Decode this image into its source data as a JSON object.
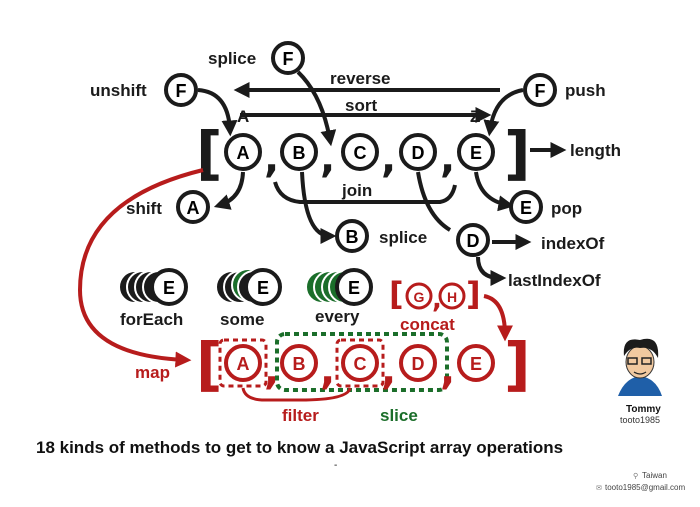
{
  "colors": {
    "dark": "#1b1b1b",
    "red": "#b71c1c",
    "green": "#1b6e2a"
  },
  "methods": {
    "splice_top": "splice",
    "reverse": "reverse",
    "sort": "sort",
    "unshift": "unshift",
    "push": "push",
    "length": "length",
    "shift": "shift",
    "join": "join",
    "pop": "pop",
    "splice_mid": "splice",
    "indexOf": "indexOf",
    "lastIndexOf": "lastIndexOf",
    "forEach": "forEach",
    "some": "some",
    "every": "every",
    "concat": "concat",
    "map": "map",
    "filter": "filter",
    "slice": "slice"
  },
  "range_labels": {
    "a": "A",
    "z": "Z"
  },
  "elements": {
    "a": "A",
    "b": "B",
    "c": "C",
    "d": "D",
    "e": "E",
    "f": "F",
    "g": "G",
    "h": "H"
  },
  "author": {
    "name": "Tommy",
    "handle": "tooto1985"
  },
  "title": "18 kinds of methods to get to know a JavaScript array operations",
  "subtitle": "-",
  "footer": {
    "location": "Taiwan",
    "email": "tooto1985@gmail.com"
  }
}
